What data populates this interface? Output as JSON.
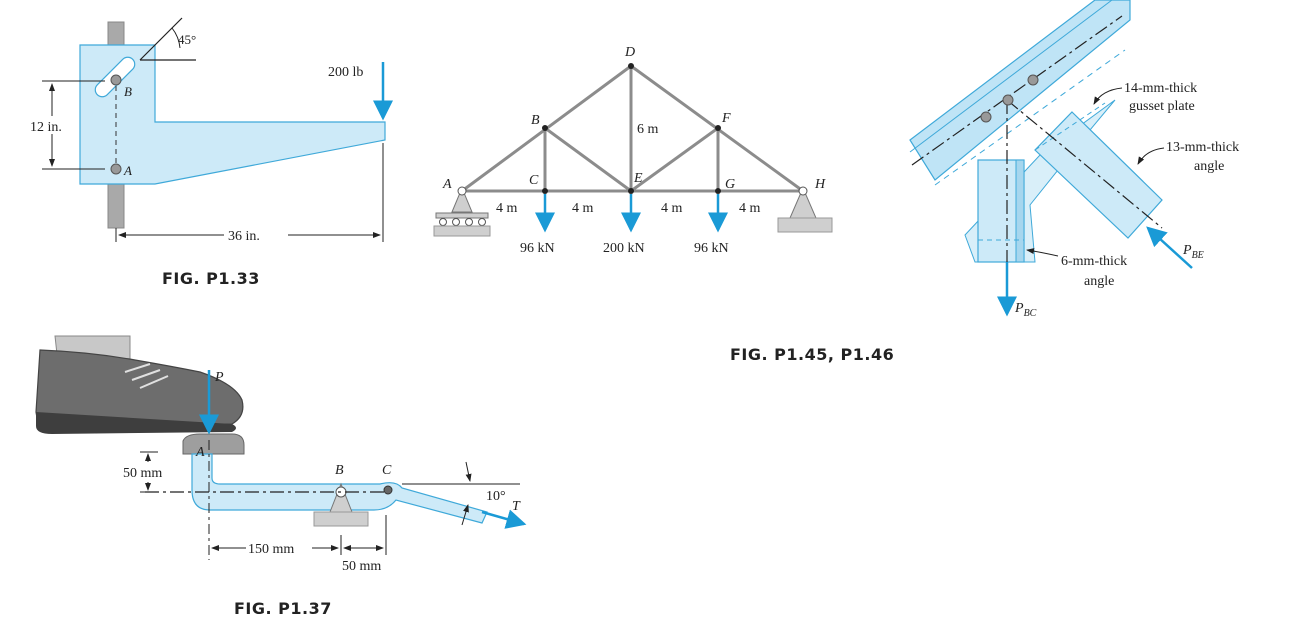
{
  "colors": {
    "member_fill": "#cdeaf8",
    "member_stroke": "#3fa9d9",
    "load_arrow": "#1a9ad6",
    "truss_member": "#8c8c8c",
    "support_fill": "#cfcfcf",
    "text": "#222222"
  },
  "fig133": {
    "caption": "FIG. P1.33",
    "angle": "45°",
    "load": "200 lb",
    "pin_b": "B",
    "pin_a": "A",
    "dim_vertical": "12 in.",
    "dim_horizontal": "36 in."
  },
  "truss": {
    "joints": {
      "a": "A",
      "b": "B",
      "c": "C",
      "d": "D",
      "e": "E",
      "f": "F",
      "g": "G",
      "h": "H"
    },
    "height": "6 m",
    "spans": [
      "4 m",
      "4 m",
      "4 m",
      "4 m"
    ],
    "loads": [
      "96 kN",
      "200 kN",
      "96 kN"
    ]
  },
  "fig145": {
    "caption": "FIG. P1.45, P1.46",
    "gusset_line1": "14-mm-thick",
    "gusset_line2": "gusset plate",
    "angle13_line1": "13-mm-thick",
    "angle13_line2": "angle",
    "angle6_line1": "6-mm-thick",
    "angle6_line2": "angle",
    "force_be_main": "P",
    "force_be_sub": "BE",
    "force_bc_main": "P",
    "force_bc_sub": "BC"
  },
  "fig137": {
    "caption": "FIG. P1.37",
    "force_p": "P",
    "point_a": "A",
    "point_b": "B",
    "point_c": "C",
    "dim_50mm_vertical": "50 mm",
    "dim_150mm": "150 mm",
    "dim_50mm_horizontal": "50 mm",
    "angle": "10°",
    "force_t": "T"
  }
}
